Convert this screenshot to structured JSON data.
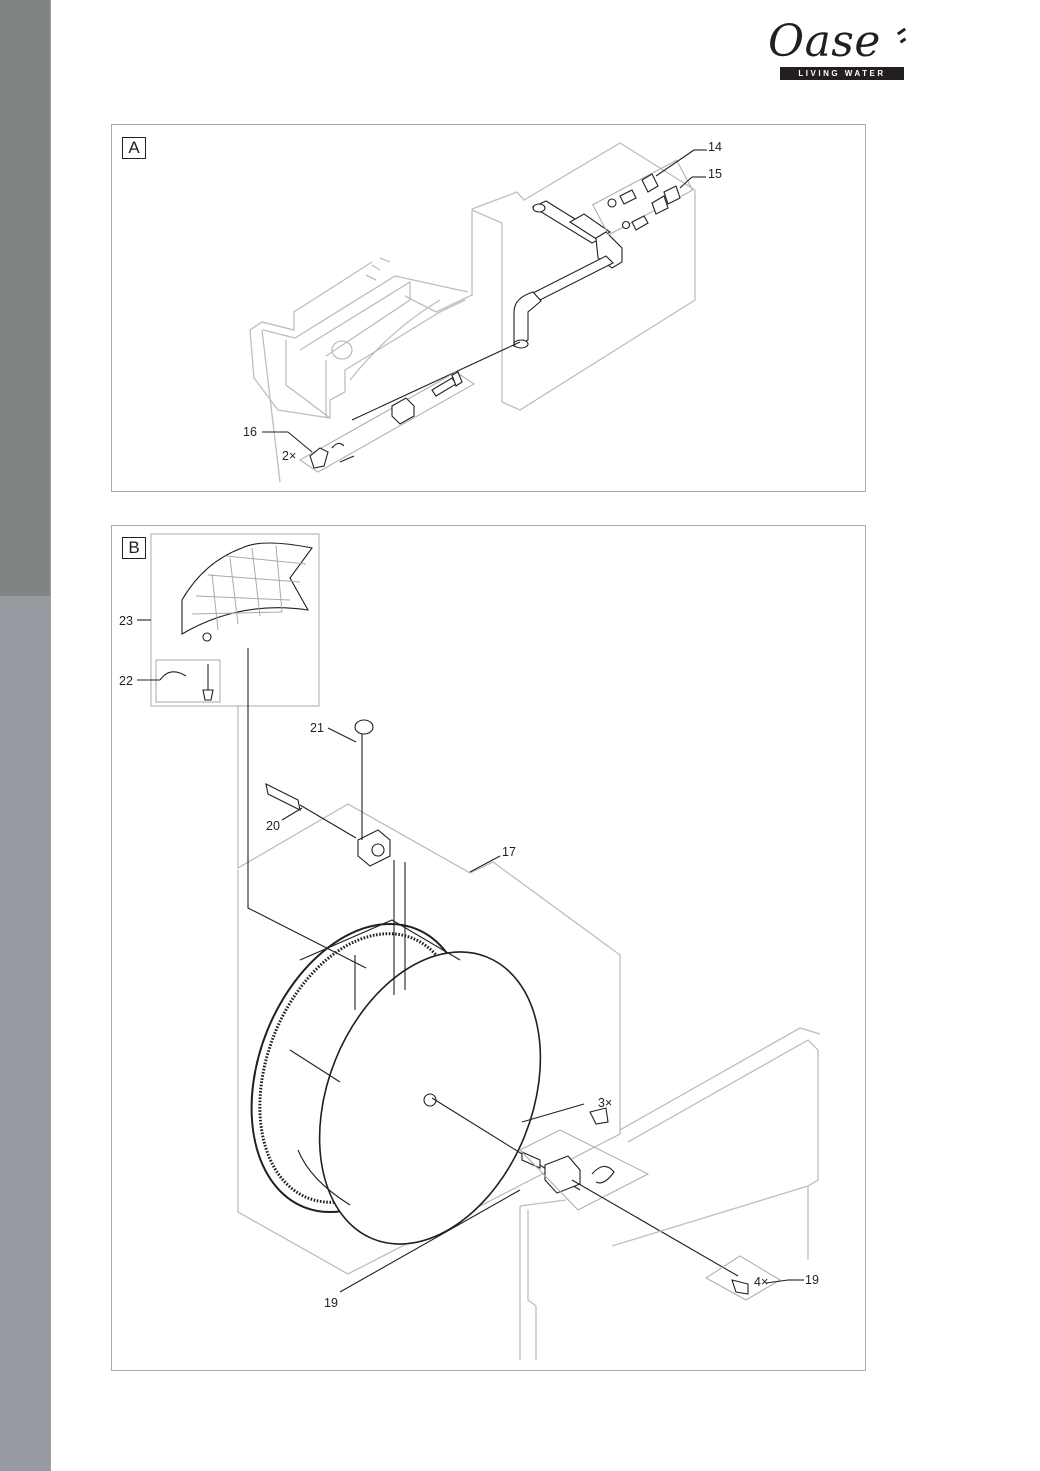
{
  "brand": {
    "logo_word": "Oase",
    "logo_tagline": "LIVING WATER"
  },
  "panels": {
    "a": {
      "letter": "A"
    },
    "b": {
      "letter": "B"
    }
  },
  "callouts": {
    "c14": "14",
    "c15": "15",
    "c16": "16",
    "q2x": "2×",
    "c17": "17",
    "c19a": "19",
    "c19b": "19",
    "c20": "20",
    "c21": "21",
    "c22": "22",
    "c23": "23",
    "q3x": "3×",
    "q4x": "4×"
  }
}
